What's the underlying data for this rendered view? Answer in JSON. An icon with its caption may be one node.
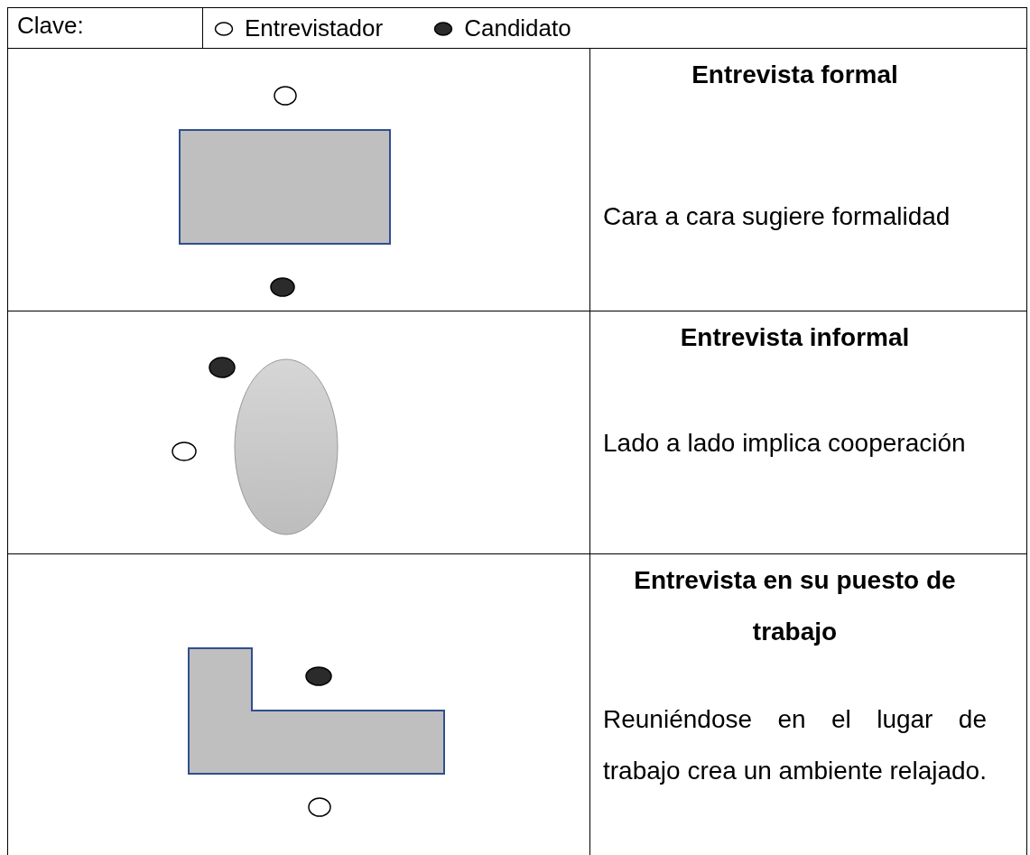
{
  "diagram": {
    "labels": [
      "Clave:",
      "Entrevista formal",
      "Cara a cara sugiere formalidad",
      "Entrevista informal",
      "Lado a lado implica cooperación",
      "Entrevista en su puesto de trabajo",
      "Reuniéndose en el lugar de trabajo crea un ambiente relajado."
    ],
    "legend": [
      {
        "text": "Entrevistador"
      },
      {
        "text": "Candidato"
      }
    ]
  }
}
